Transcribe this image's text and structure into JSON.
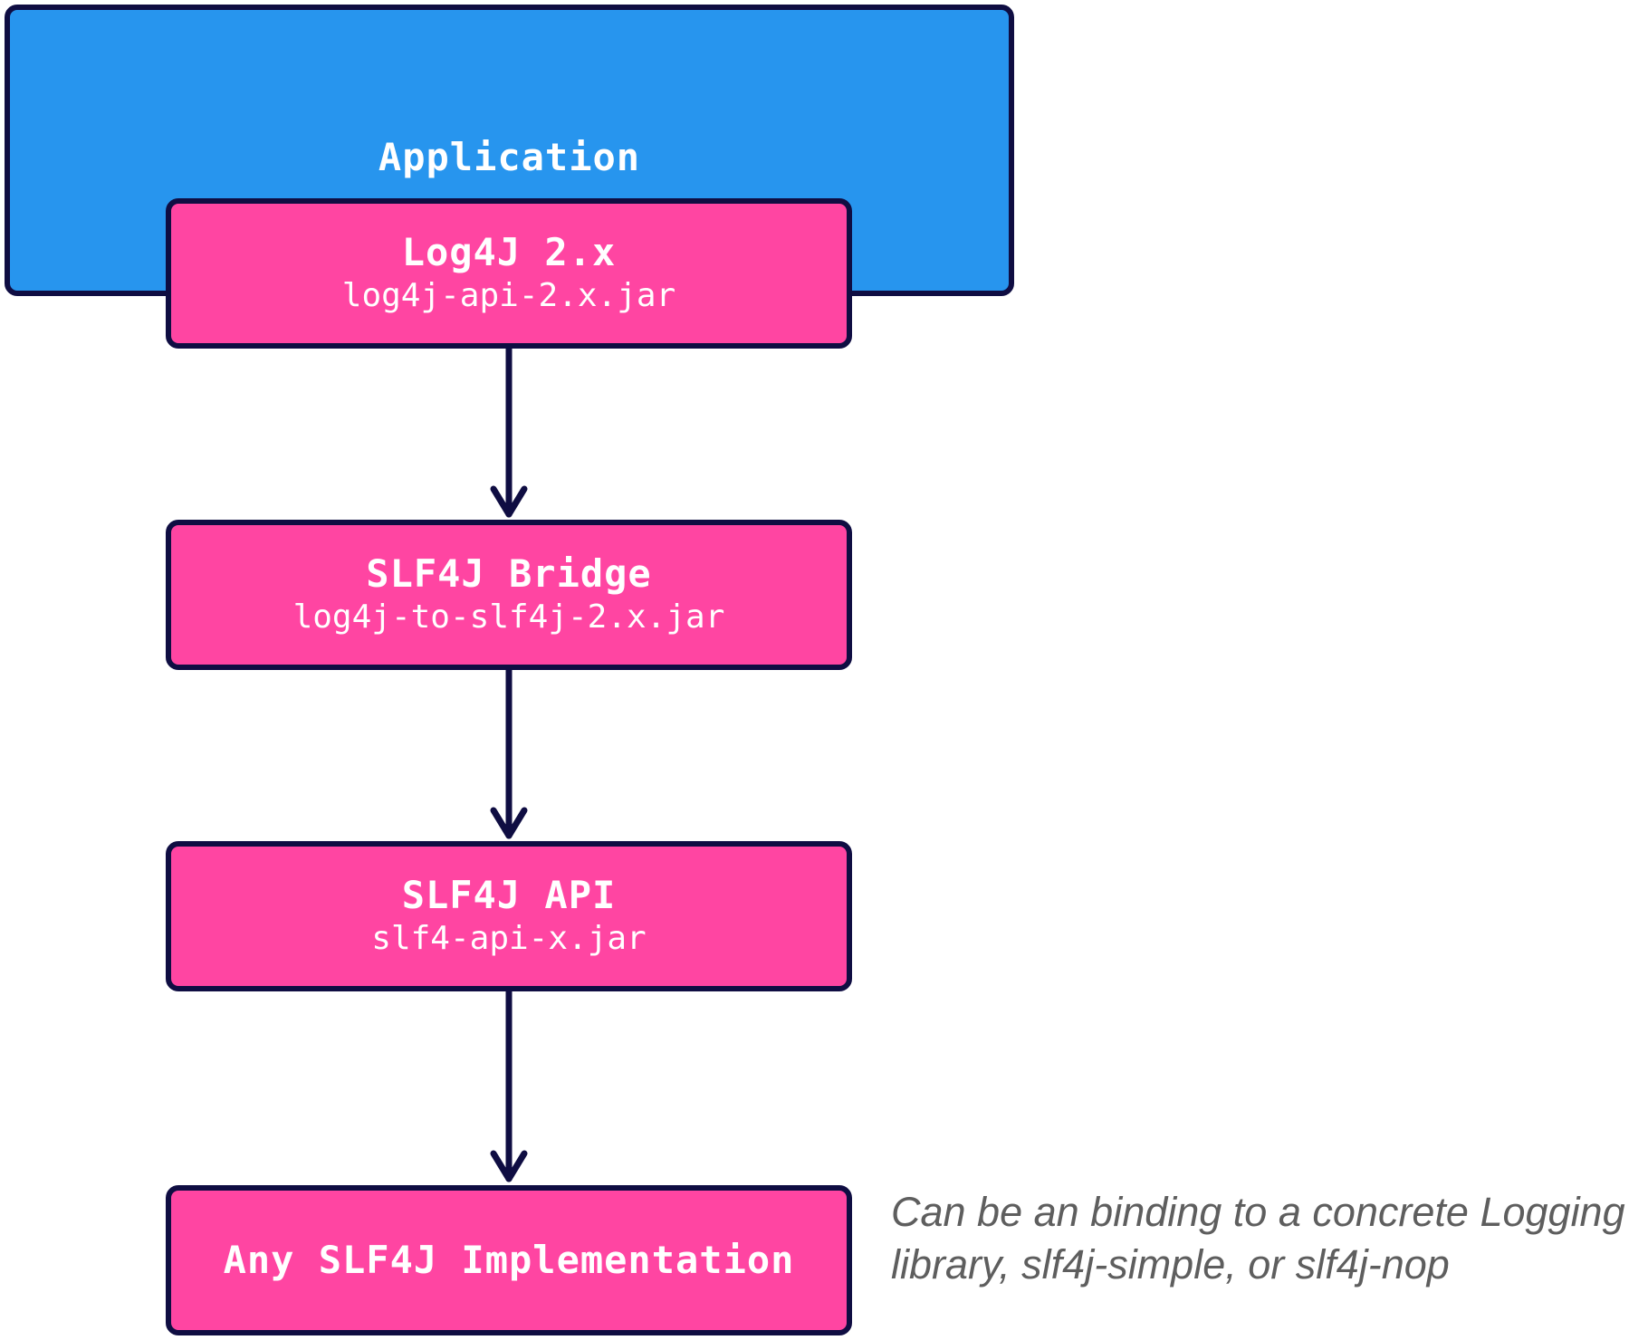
{
  "application": {
    "label": "Application"
  },
  "layers": [
    {
      "title": "Log4J 2.x",
      "subtitle": "log4j-api-2.x.jar"
    },
    {
      "title": "SLF4J Bridge",
      "subtitle": "log4j-to-slf4j-2.x.jar"
    },
    {
      "title": "SLF4J API",
      "subtitle": "slf4-api-x.jar"
    },
    {
      "title": "Any SLF4J Implementation",
      "subtitle": ""
    }
  ],
  "note": {
    "text": "Can be an binding to a concrete Logging library, slf4j-simple, or slf4j-nop"
  },
  "colors": {
    "application_fill": "#2795ee",
    "layer_fill": "#ff45a2",
    "stroke": "#0f0d42",
    "note_text": "#5e5e5e"
  }
}
